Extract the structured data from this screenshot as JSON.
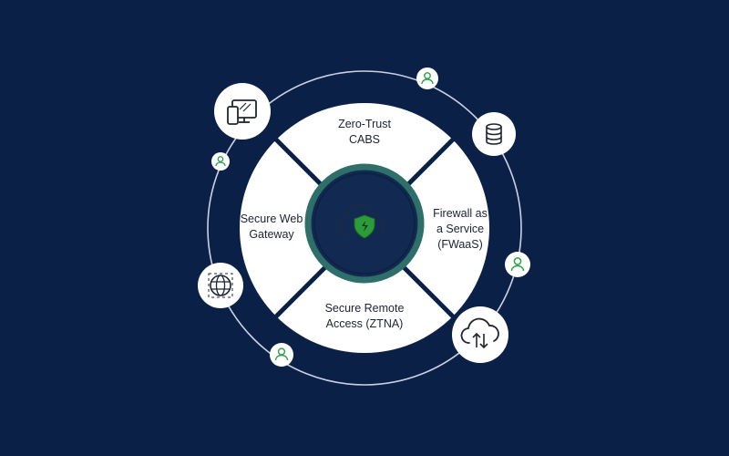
{
  "colors": {
    "background": "#0b2046",
    "ring_white": "#ffffff",
    "divider": "#0b2046",
    "core_fill": "#122a52",
    "core_ring": "#2f6f6a",
    "shield_green": "#2e9b3a",
    "person_green": "#2ea14a",
    "icon_stroke": "#1f2533"
  },
  "segments": {
    "top": {
      "label": "Zero-Trust\nCABS"
    },
    "right": {
      "label": "Firewall as\na Service\n(FWaaS)"
    },
    "bottom": {
      "label": "Secure Remote\nAccess (ZTNA)"
    },
    "left": {
      "label": "Secure Web\nGateway"
    }
  },
  "center": {
    "icon": "cloud-shield-icon"
  },
  "orbit_icons": {
    "devices": "devices-icon",
    "database": "database-icon",
    "globe": "globe-icon",
    "cloud_sync": "cloud-sync-icon",
    "user": "user-icon"
  }
}
